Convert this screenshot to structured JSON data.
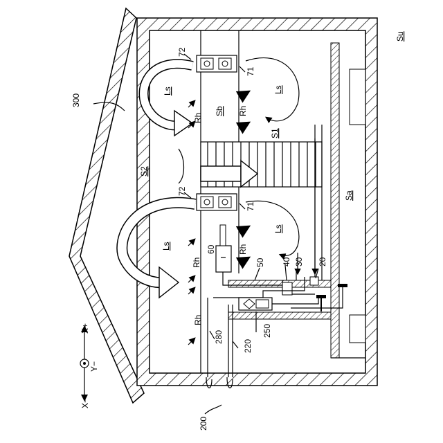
{
  "labels": {
    "su": "Su",
    "house": "300",
    "s2": "S2",
    "ls_tl": "Ls",
    "ls_tr": "Ls",
    "ls_bl": "Ls",
    "ls_br": "Ls",
    "rh_1": "Rh",
    "rh_2": "Rh",
    "rh_3": "Rh",
    "rh_4": "Rh",
    "sb": "Sb",
    "s1": "S1",
    "sa": "Sa",
    "fan_72_top": "72",
    "fan_71_top": "71",
    "fan_72_bot": "72",
    "fan_71_bot": "71",
    "n60": "60",
    "n50": "50",
    "n40": "40",
    "n30": "30",
    "n20": "20",
    "n280": "280",
    "n220": "220",
    "n250": "250",
    "n200": "200",
    "axis_xplus": "X+",
    "axis_xminus": "X−",
    "axis_yminus": "Y−"
  },
  "colors": {
    "line": "#000000",
    "background": "#ffffff"
  }
}
